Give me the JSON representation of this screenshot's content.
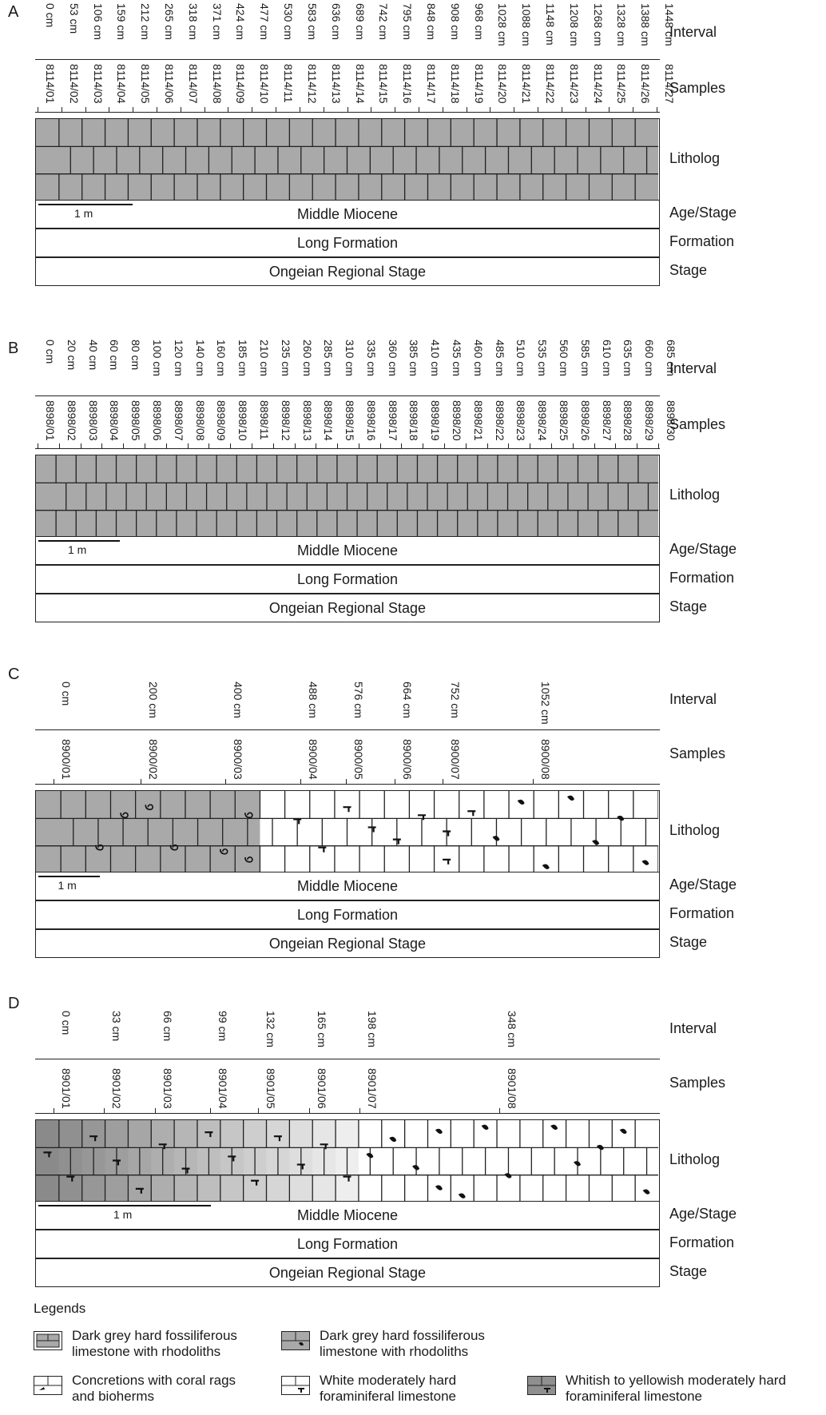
{
  "row_labels": {
    "interval": "Interval",
    "samples": "Samples",
    "litholog": "Litholog",
    "age": "Age/Stage",
    "formation": "Formation",
    "stage": "Stage"
  },
  "scale_label": "1 m",
  "panels": [
    {
      "letter": "A",
      "age": "Middle Miocene",
      "formation": "Long Formation",
      "stage": "Ongeian Regional Stage",
      "intervals": [
        "0 cm",
        "53 cm",
        "106 cm",
        "159 cm",
        "212 cm",
        "265 cm",
        "318 cm",
        "371 cm",
        "424 cm",
        "477 cm",
        "530 cm",
        "583 cm",
        "636 cm",
        "689 cm",
        "742 cm",
        "795 cm",
        "848 cm",
        "908 cm",
        "968 cm",
        "1028 cm",
        "1088 cm",
        "1148 cm",
        "1208 cm",
        "1268 cm",
        "1328 cm",
        "1388 cm",
        "1448 cm"
      ],
      "samples": [
        "8114/01",
        "8114/02",
        "8114/03",
        "8114/04",
        "8114/05",
        "8114/06",
        "8114/07",
        "8114/08",
        "8114/09",
        "8114/10",
        "8114/11",
        "8114/12",
        "8114/13",
        "8114/14",
        "8114/15",
        "8114/16",
        "8114/17",
        "8114/18",
        "8114/19",
        "8114/20",
        "8114/21",
        "8114/22",
        "8114/23",
        "8114/24",
        "8114/25",
        "8114/26",
        "8114/27"
      ]
    },
    {
      "letter": "B",
      "age": "Middle Miocene",
      "formation": "Long Formation",
      "stage": "Ongeian Regional Stage",
      "intervals": [
        "0 cm",
        "20 cm",
        "40 cm",
        "60 cm",
        "80 cm",
        "100 cm",
        "120 cm",
        "140 cm",
        "160 cm",
        "185 cm",
        "210 cm",
        "235 cm",
        "260 cm",
        "285 cm",
        "310 cm",
        "335 cm",
        "360 cm",
        "385 cm",
        "410 cm",
        "435 cm",
        "460 cm",
        "485 cm",
        "510 cm",
        "535 cm",
        "560 cm",
        "585 cm",
        "610 cm",
        "635 cm",
        "660 cm",
        "685 cm"
      ],
      "samples": [
        "8898/01",
        "8898/02",
        "8898/03",
        "8898/04",
        "8898/05",
        "8898/06",
        "8898/07",
        "8898/08",
        "8898/09",
        "8898/10",
        "8898/11",
        "8898/12",
        "8898/13",
        "8898/14",
        "8898/15",
        "8898/16",
        "8898/17",
        "8898/18",
        "8898/19",
        "8898/20",
        "8898/21",
        "8898/22",
        "8898/23",
        "8898/24",
        "8898/25",
        "8898/26",
        "8898/27",
        "8898/28",
        "8898/29",
        "8898/30"
      ]
    },
    {
      "letter": "C",
      "age": "Middle Miocene",
      "formation": "Long Formation",
      "stage": "Ongeian Regional Stage",
      "intervals": [
        "0 cm",
        "200 cm",
        "400 cm",
        "488 cm",
        "576 cm",
        "664 cm",
        "752 cm",
        "1052 cm"
      ],
      "samples": [
        "8900/01",
        "8900/02",
        "8900/03",
        "8900/04",
        "8900/05",
        "8900/06",
        "8900/07",
        "8900/08"
      ]
    },
    {
      "letter": "D",
      "age": "Middle Miocene",
      "formation": "Long Formation",
      "stage": "Ongeian Regional Stage",
      "intervals": [
        "0 cm",
        "33 cm",
        "66 cm",
        "99 cm",
        "132 cm",
        "165 cm",
        "198 cm",
        "348 cm"
      ],
      "samples": [
        "8901/01",
        "8901/02",
        "8901/03",
        "8901/04",
        "8901/05",
        "8901/06",
        "8901/07",
        "8901/08"
      ]
    }
  ],
  "legend": {
    "title": "Legends",
    "items": [
      {
        "text": "Dark grey hard fossiliferous limestone with rhodoliths",
        "pattern": "dark-grey-brick"
      },
      {
        "text": "Dark grey hard fossiliferous limestone with rhodoliths",
        "pattern": "dark-grey-brick-rhodolith"
      },
      {
        "text": "Concretions with coral rags and bioherms",
        "pattern": "white-brick-coral"
      },
      {
        "text": "White moderately hard foraminiferal limestone",
        "pattern": "white-brick-foram"
      },
      {
        "text": "Whitish to yellowish moderately hard foraminiferal limestone",
        "pattern": "grey-brick-foram"
      }
    ]
  },
  "colors": {
    "dark_grey": "#a9a9a9",
    "white": "#ffffff",
    "line": "#222222"
  }
}
